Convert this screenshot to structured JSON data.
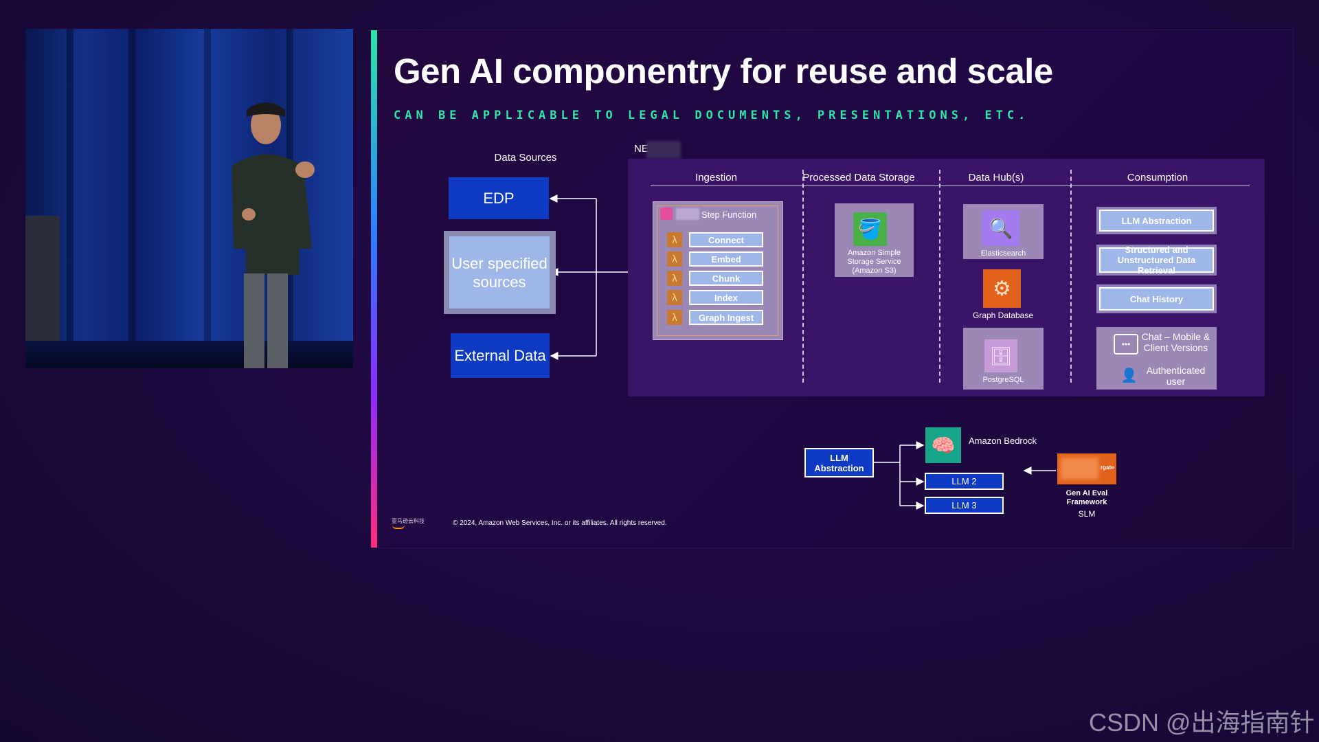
{
  "slide": {
    "title": "Gen AI componentry for reuse and scale",
    "subtitle": "CAN BE APPLICABLE TO LEGAL DOCUMENTS, PRESENTATIONS, ETC.",
    "ne_label": "NE",
    "copyright": "© 2024, Amazon Web Services, Inc. or its affiliates. All rights reserved.",
    "logo_text": "亚马逊云科技"
  },
  "data_sources": {
    "label": "Data Sources",
    "edp": "EDP",
    "user_specified": "User specified sources",
    "external": "External Data"
  },
  "columns": {
    "ingestion": "Ingestion",
    "storage": "Processed Data Storage",
    "hub": "Data Hub(s)",
    "consumption": "Consumption"
  },
  "step_function": {
    "title": "Step Function",
    "steps": [
      "Connect",
      "Embed",
      "Chunk",
      "Index",
      "Graph Ingest"
    ]
  },
  "services": {
    "s3": "Amazon Simple Storage Service (Amazon S3)",
    "elasticsearch": "Elasticsearch",
    "graph": "Graph Database",
    "postgres": "PostgreSQL"
  },
  "consumption": {
    "llm_abstraction": "LLM Abstraction",
    "retrieval": "Structured and Unstructured Data Retrieval",
    "chat_history": "Chat History",
    "chat_versions": "Chat – Mobile & Client Versions",
    "auth_user": "Authenticated user"
  },
  "llm_section": {
    "llm_abstraction": "LLM Abstraction",
    "bedrock": "Amazon Bedrock",
    "llm2": "LLM 2",
    "llm3": "LLM 3",
    "eval_tag": "rgate",
    "eval": "Gen AI Eval Framework",
    "slm": "SLM"
  },
  "watermark": "CSDN @出海指南针",
  "colors": {
    "accent_green": "#2ee6a6",
    "box_blue": "#0f3bc4",
    "box_light": "#9fb6e8",
    "panel": "#3a1466"
  }
}
